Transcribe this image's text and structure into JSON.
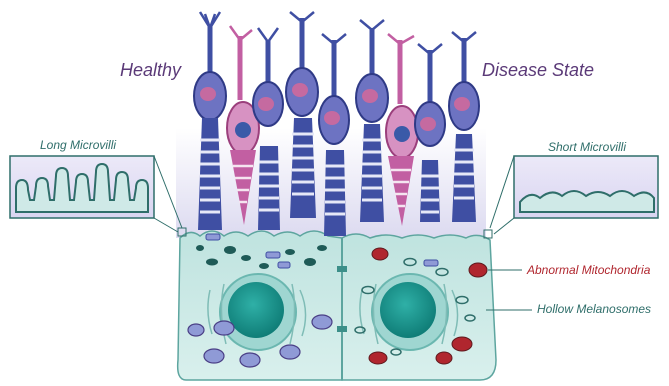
{
  "labels": {
    "healthy": "Healthy",
    "disease": "Disease State",
    "long_microvilli": "Long Microvilli",
    "short_microvilli": "Short Microvilli",
    "abnormal_mitochondria": "Abnormal Mitochondria",
    "hollow_melanosomes": "Hollow Melanosomes"
  },
  "colors": {
    "rod": "#3f4fa3",
    "cone": "#c25fa2",
    "rpe_cell": "#cfe9e7",
    "nucleus": "#1f9a93",
    "mitochondria_abnormal": "#b0262e",
    "title_text": "#5b3a78",
    "label_text": "#2f6e6a"
  }
}
